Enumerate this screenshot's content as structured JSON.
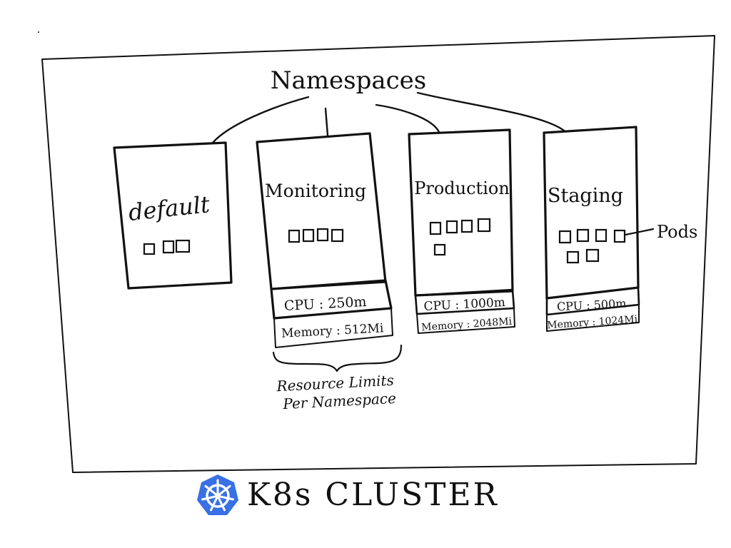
{
  "title": "Namespaces",
  "namespaces": [
    {
      "name": "default"
    },
    {
      "name": "Monitoring",
      "cpu": "CPU : 250m",
      "memory": "Memory : 512Mi"
    },
    {
      "name": "Production",
      "cpu": "CPU : 1000m",
      "memory": "Memory : 2048Mi"
    },
    {
      "name": "Staging",
      "cpu": "CPU : 500m",
      "memory": "Memory : 1024Mi"
    }
  ],
  "pods_label": "Pods",
  "resource_note": [
    "Resource Limits",
    "Per Namespace"
  ],
  "cluster_label": "K8s CLUSTER",
  "logo_icon": "kubernetes-helm-icon",
  "colors": {
    "ink": "#111111",
    "k8s_blue": "#3970e4"
  }
}
